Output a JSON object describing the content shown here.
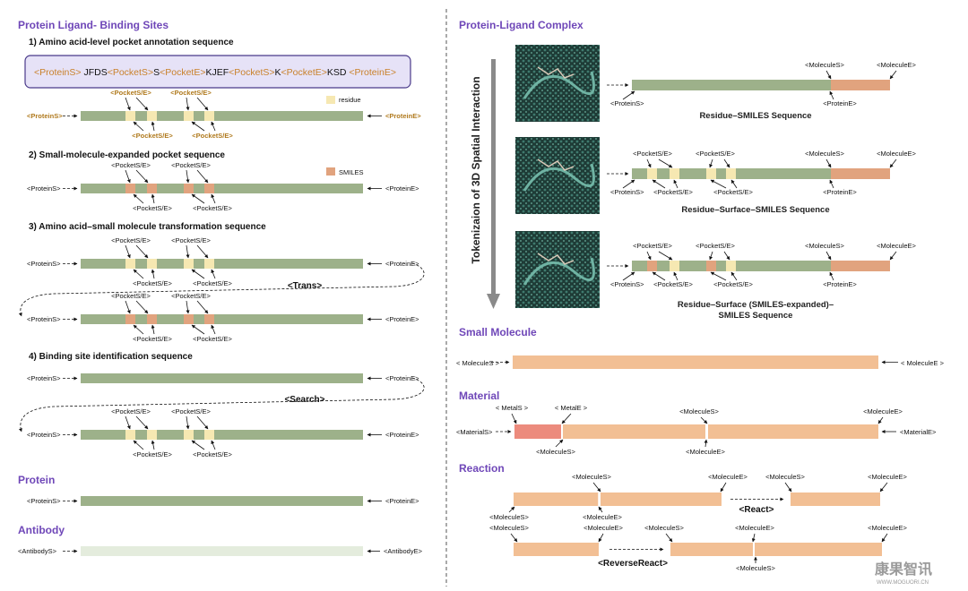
{
  "colors": {
    "title": "#6f47b8",
    "protein": "#9db18a",
    "residue": "#f6e8b2",
    "smiles": "#e1a37e",
    "molecule": "#f2bf94",
    "metal": "#ec8b7d",
    "antibody": "#e4ecdd",
    "orange_label": "#b07a1e"
  },
  "left": {
    "title": "Protein Ligand- Binding Sites",
    "s1": {
      "title": "1) Amino acid-level pocket annotation sequence",
      "seq_parts": [
        [
          "tag",
          "<ProteinS> "
        ],
        [
          "txt",
          "JFDS"
        ],
        [
          "tag",
          "<PocketS>"
        ],
        [
          "txt",
          "S"
        ],
        [
          "tag",
          "<PocketE>"
        ],
        [
          "txt",
          "KJEF"
        ],
        [
          "tag",
          "<PocketS>"
        ],
        [
          "txt",
          "K"
        ],
        [
          "tag",
          "<PocketE>"
        ],
        [
          "txt",
          "KSD "
        ],
        [
          "tag",
          "<ProteinE>"
        ]
      ],
      "legend": "residue"
    },
    "s2": {
      "title": "2) Small-molecule-expanded pocket sequence",
      "legend": "SMILES"
    },
    "s3": {
      "title": "3) Amino acid–small molecule transformation sequence",
      "trans": "<Trans>"
    },
    "s4": {
      "title": "4) Binding site identification sequence",
      "search": "<Search>"
    },
    "protein": {
      "title": "Protein"
    },
    "antibody": {
      "title": "Antibody",
      "start": "<AntibodyS>",
      "end": "<AntibodyE>"
    },
    "protein_start": "<ProteinS>",
    "protein_end": "<ProteinE>",
    "pocket": "<PocketS/E>"
  },
  "right": {
    "title": "Protein-Ligand Complex",
    "vertical": "Tokenizaion of 3D Spatial Interaction",
    "cap1": "Residue–SMILES Sequence",
    "cap2": "Residue–Surface–SMILES Sequence",
    "cap3a": "Residue–Surface (SMILES-expanded)–",
    "cap3b": "SMILES Sequence",
    "mol_start": "<MoleculeS>",
    "mol_end": "<MoleculeE>",
    "small_molecule": {
      "title": "Small Molecule",
      "start": "< MoleculeS >",
      "end": "< MoleculeE >"
    },
    "material": {
      "title": "Material",
      "start": "<MaterialS>",
      "end": "<MaterialE>",
      "metal_s": "< MetalS >",
      "metal_e": "< MetalE >"
    },
    "reaction": {
      "title": "Reaction",
      "react": "<React>",
      "reverse": "<ReverseReact>"
    }
  },
  "watermark": {
    "main": "康果智讯",
    "sub": "WWW.MOGUORI.CN"
  }
}
